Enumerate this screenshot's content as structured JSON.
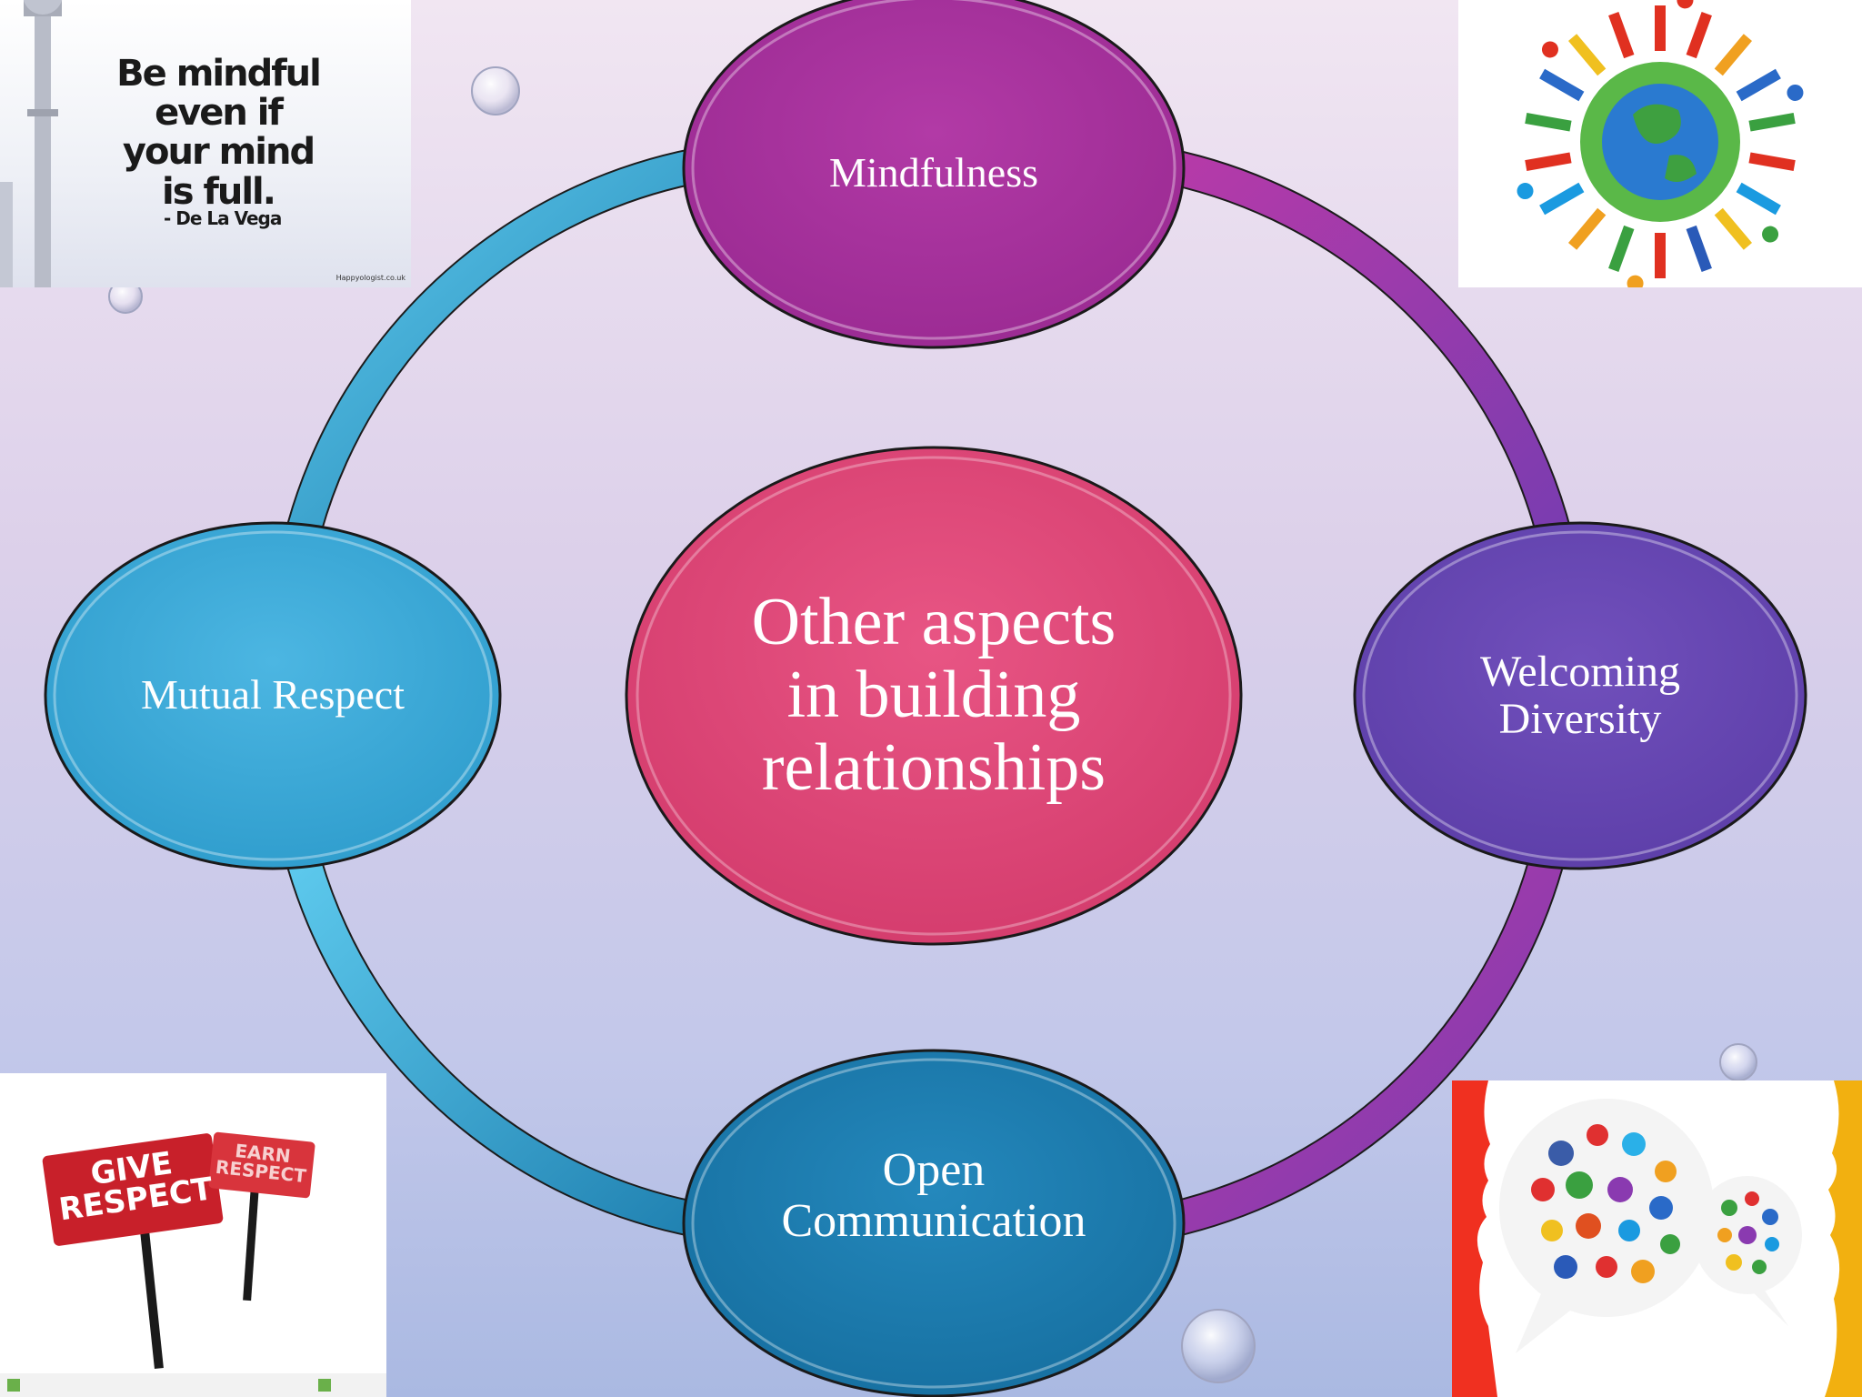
{
  "diagram": {
    "center": "Other aspects in building relationships",
    "nodes": {
      "top": "Mindfulness",
      "right": "Welcoming Diversity",
      "bottom": "Open Communication",
      "left": "Mutual Respect"
    },
    "colors": {
      "center": "#e04878",
      "top": "#a8309c",
      "right": "#6a48b4",
      "bottom": "#1a7cb0",
      "left": "#3aa8d8",
      "ring_left": "#2a98c8",
      "ring_right": "#9a3aa8"
    }
  },
  "images": {
    "top_left": {
      "icon": "lamp-post-quote-image",
      "quote": "Be mindful even if your mind is full.",
      "author": "- De La Vega",
      "credit": "Happyologist.co.uk"
    },
    "top_right": {
      "icon": "globe-recycle-people-image"
    },
    "bottom_left": {
      "icon": "respect-signs-image",
      "sign1": "GIVE RESPECT",
      "sign2": "EARN RESPECT"
    },
    "bottom_right": {
      "icon": "speech-bubbles-social-icons-image"
    }
  }
}
